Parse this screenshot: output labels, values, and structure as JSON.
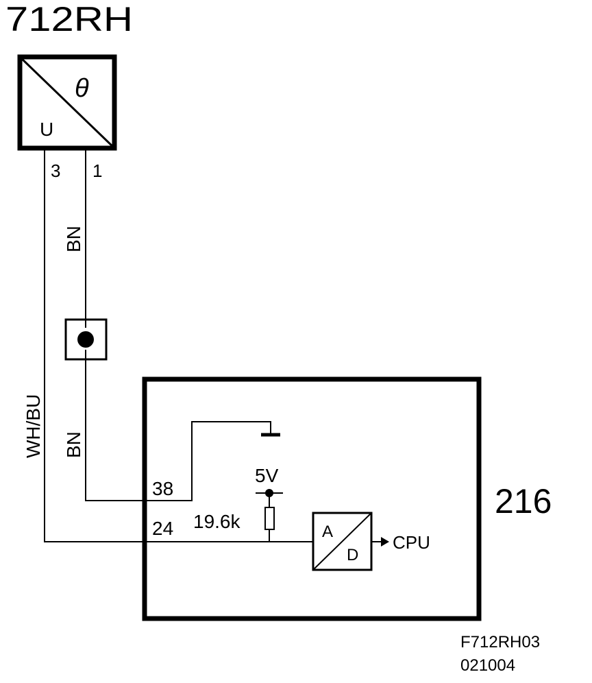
{
  "component": {
    "id": "712RH",
    "symbol_top": "θ",
    "symbol_bottom": "U",
    "pin_left": "3",
    "pin_right": "1"
  },
  "wires": {
    "left_color": "WH/BU",
    "right_color_upper": "BN",
    "right_color_lower": "BN"
  },
  "control_unit": {
    "id": "216",
    "pin_upper": "38",
    "pin_lower": "24",
    "supply_voltage": "5V",
    "resistor_value": "19.6k",
    "converter_input": "A",
    "converter_output": "D",
    "output_target": "CPU"
  },
  "footer": {
    "figure_code": "F712RH03",
    "date_code": "021004"
  }
}
